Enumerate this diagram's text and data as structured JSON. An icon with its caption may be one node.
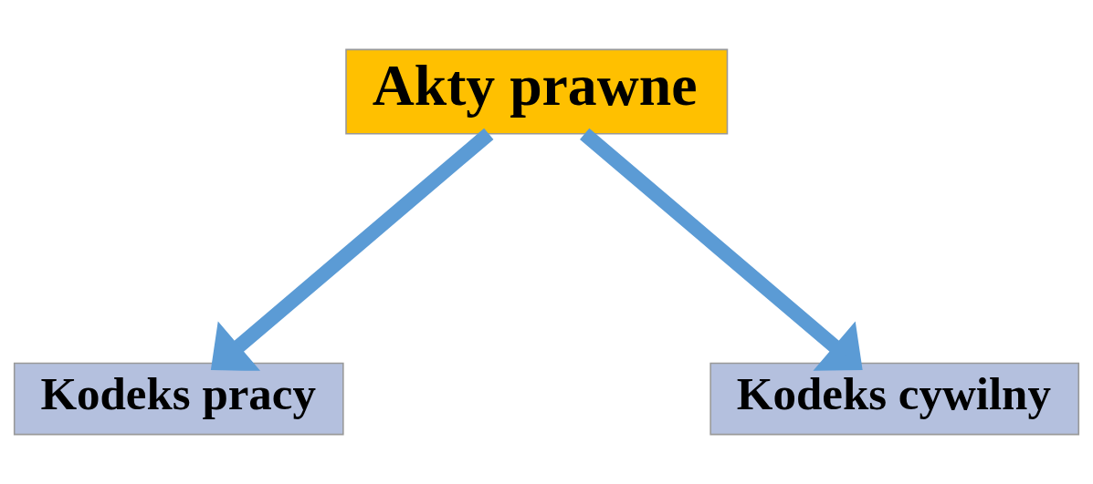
{
  "diagram": {
    "nodes": [
      {
        "text": [
          "Akty prawne"
        ]
      },
      {
        "text": [
          "Kodeks pracy"
        ]
      },
      {
        "text": [
          "Kodeks cywilny"
        ]
      }
    ],
    "edges": [
      {
        "from": 0,
        "to": 1,
        "arrow": "to"
      },
      {
        "from": 0,
        "to": 2,
        "arrow": "to"
      }
    ]
  }
}
